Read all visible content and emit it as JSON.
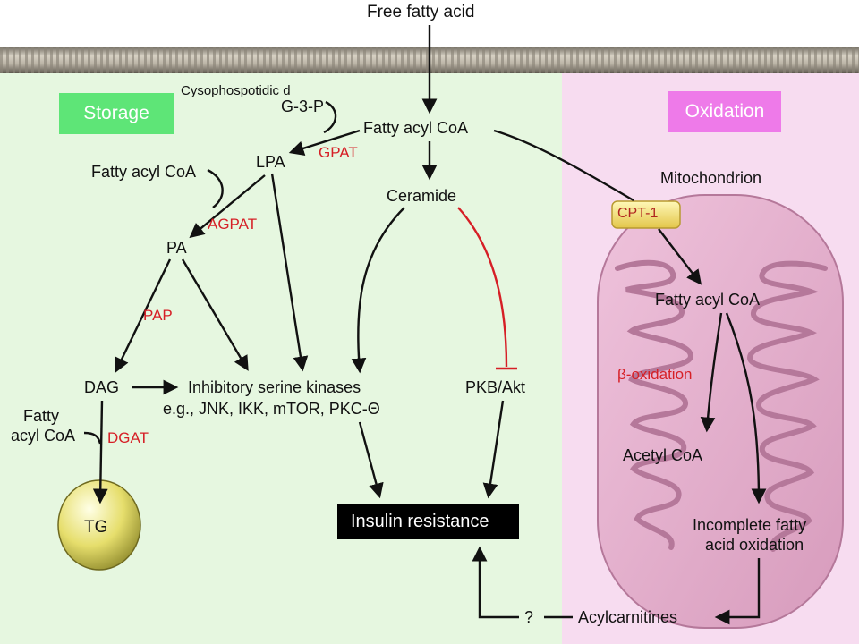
{
  "top_label": "Free fatty acid",
  "overlay_note": "Cysophospotidic d",
  "sections": {
    "storage": {
      "label": "Storage",
      "color": "#5ee577"
    },
    "oxidation": {
      "label": "Oxidation",
      "color": "#ee7ae9"
    }
  },
  "nodes": {
    "g3p": "G-3-P",
    "fatty_acyl_coa_main": "Fatty acyl CoA",
    "lpa": "LPA",
    "fatty_acyl_coa_left": "Fatty acyl CoA",
    "pa": "PA",
    "dag": "DAG",
    "fatty_acyl_coa_dag_line1": "Fatty",
    "fatty_acyl_coa_dag_line2": "acyl CoA",
    "tg": "TG",
    "ceramide": "Ceramide",
    "inhibitory_line1": "Inhibitory serine kinases",
    "inhibitory_line2": "e.g., JNK, IKK, mTOR, PKC-Θ",
    "pkb_akt": "PKB/Akt",
    "insulin_resistance": "Insulin resistance",
    "mitochondrion": "Mitochondrion",
    "fatty_acyl_coa_mito": "Fatty acyl CoA",
    "acetyl_coa": "Acetyl CoA",
    "incomplete_line1": "Incomplete fatty",
    "incomplete_line2": "acid oxidation",
    "acylcarnitines": "Acylcarnitines",
    "question": "?"
  },
  "enzymes": {
    "gpat": "GPAT",
    "agpat": "AGPAT",
    "pap": "PAP",
    "dgat": "DGAT",
    "cpt1": "CPT-1",
    "beta_oxidation": "β-oxidation"
  },
  "colors": {
    "enzyme_red": "#d61f26",
    "inhibition_red": "#d61f26",
    "left_background": "#e6f7e0",
    "right_background": "#f7dcf0",
    "mitochondrion_fill": "#e6b3d0",
    "insulin_box": "#000000",
    "cpt1_badge": "#f5e27a",
    "tg_sphere": "#e8e070"
  }
}
